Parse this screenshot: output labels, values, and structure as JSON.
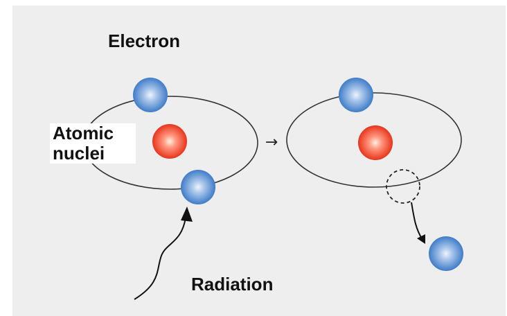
{
  "labels": {
    "electron": "Electron",
    "nuclei_line1": "Atomic",
    "nuclei_line2": "nuclei",
    "radiation": "Radiation",
    "transition_arrow": "→"
  },
  "colors": {
    "background": "#eeeeee",
    "electron": "#3f7cc8",
    "electron_highlight": "#dce9f8",
    "nucleus": "#e8341c",
    "nucleus_highlight": "#ffd7c8",
    "line": "#222222"
  }
}
